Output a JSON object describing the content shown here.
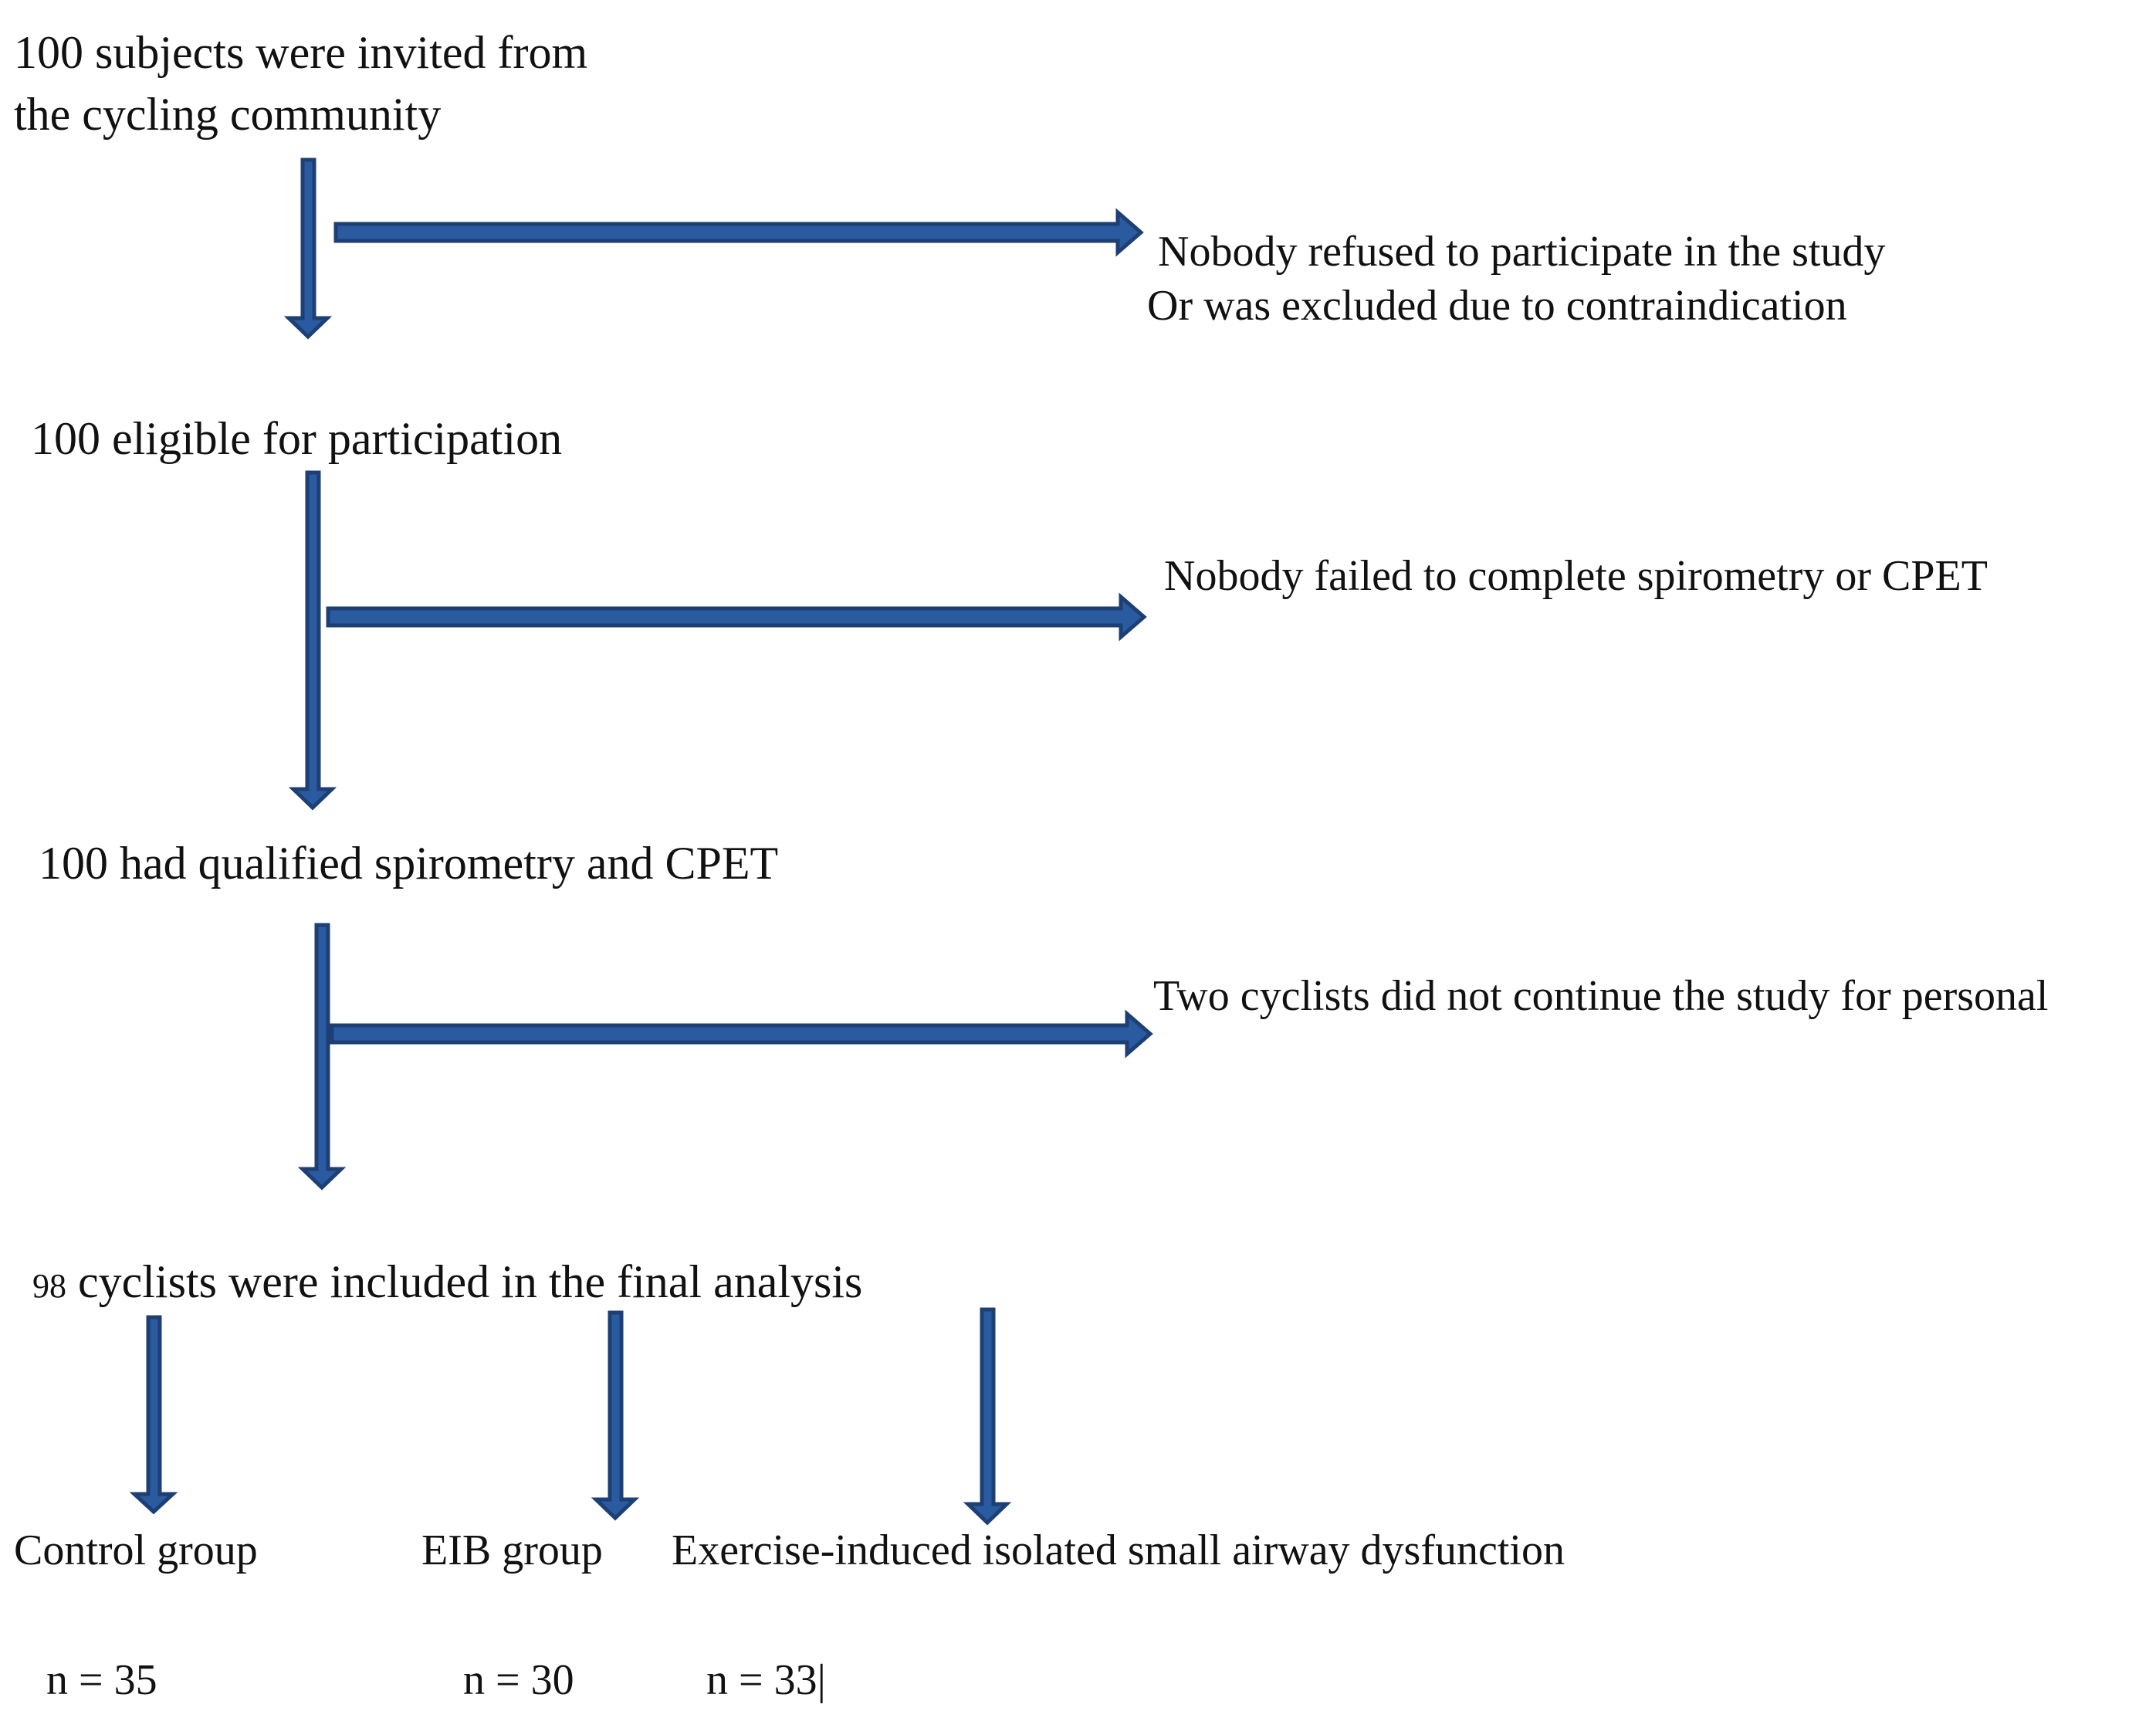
{
  "colors": {
    "arrow_outline": "#1d3f73",
    "arrow_fill": "#2a5aa0",
    "text": "#111111"
  },
  "steps": {
    "invited_line1": "100 subjects were invited from",
    "invited_line2": "the cycling community",
    "eligible": "100 eligible for participation",
    "qualified": "100 had qualified spirometry and CPET",
    "final_count": "98",
    "final_text": "cyclists were included in the final analysis"
  },
  "exclusions": {
    "first_line1": "Nobody refused to participate in the study",
    "first_line2": "Or was excluded due to contraindication",
    "second_prefix": "Nobody",
    "second_text": "failed to complete spirometry or CPET",
    "third": "Two cyclists did not continue the study for personal"
  },
  "groups": [
    {
      "label": "Control group",
      "n": "n = 35"
    },
    {
      "label": "EIB group",
      "n": "n = 30"
    },
    {
      "label": "Exercise-induced isolated small airway dysfunction",
      "n": "n = 33|"
    }
  ]
}
